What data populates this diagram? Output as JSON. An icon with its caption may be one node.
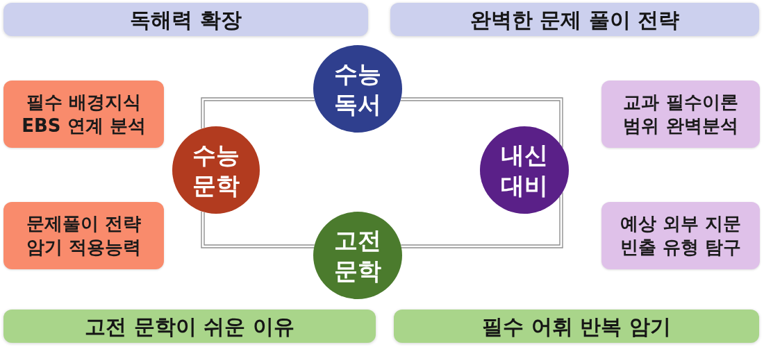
{
  "diagram": {
    "nodes": [
      {
        "text": [
          "독해력 확장"
        ]
      },
      {
        "text": [
          "완벽한 문제 풀이 전략"
        ]
      },
      {
        "text": [
          "수능 독서"
        ]
      },
      {
        "text": [
          "필수 배경지식 EBS 연계 분석"
        ]
      },
      {
        "text": [
          "교과 필수이론 범위 완벽분석"
        ]
      },
      {
        "text": [
          "수능 문학"
        ]
      },
      {
        "text": [
          "내신 대비"
        ]
      },
      {
        "text": [
          "문제풀이 전략 암기 적용능력"
        ]
      },
      {
        "text": [
          "예상 외부 지문 빈출 유형 탐구"
        ]
      },
      {
        "text": [
          "고전 문학"
        ]
      },
      {
        "text": [
          "고전 문학이 쉬운 이유"
        ]
      },
      {
        "text": [
          "필수 어휘 반복 암기"
        ]
      }
    ],
    "edges": [
      {
        "from": 2,
        "to": 5,
        "arrow": "none"
      },
      {
        "from": 2,
        "to": 6,
        "arrow": "none"
      },
      {
        "from": 5,
        "to": 9,
        "arrow": "none"
      },
      {
        "from": 6,
        "to": 9,
        "arrow": "none"
      }
    ]
  }
}
